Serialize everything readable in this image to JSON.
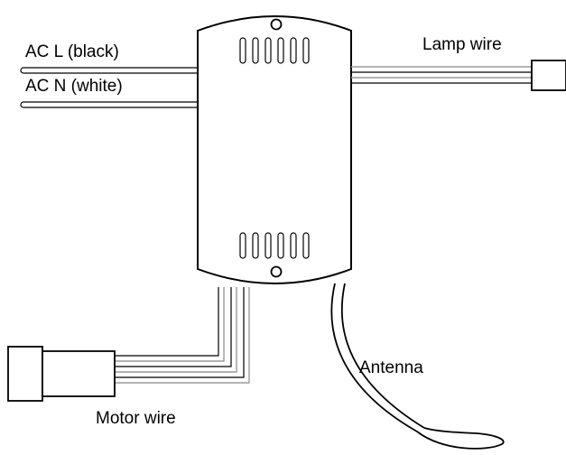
{
  "labels": {
    "ac_line": "AC L (black)",
    "ac_neutral": "AC N (white)",
    "lamp_wire": "Lamp wire",
    "motor_wire": "Motor wire",
    "antenna": "Antenna"
  },
  "colors": {
    "stroke": "#000000",
    "lead_wire": "#9a9a9a",
    "background": "#ffffff"
  }
}
